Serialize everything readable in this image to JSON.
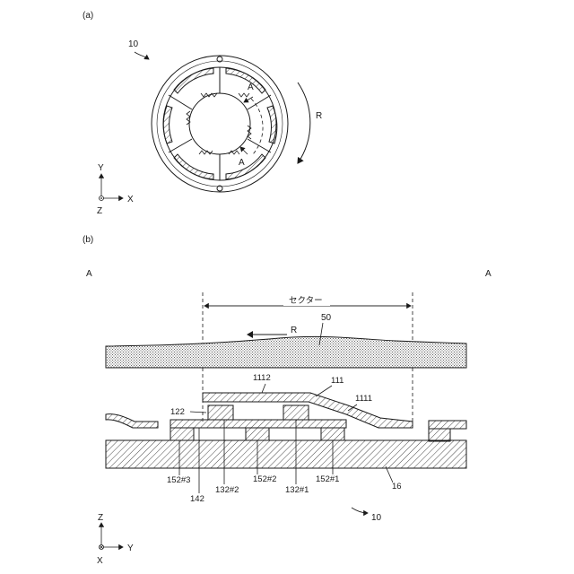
{
  "panel_a": {
    "tag": "(a)",
    "ref_device": "10",
    "rotation": "R",
    "section_mark_upper": "A",
    "section_mark_lower": "A",
    "axes": {
      "up": "Y",
      "right": "X",
      "origin": "Z"
    }
  },
  "panel_b": {
    "tag": "(b)",
    "section_left": "A",
    "section_right": "A",
    "sector": "セクター",
    "rotation": "R",
    "labels": {
      "l50": "50",
      "l1112": "1112",
      "l111": "111",
      "l1111": "1111",
      "l122": "122",
      "l152_3": "152#3",
      "l142": "142",
      "l132_2": "132#2",
      "l152_2": "152#2",
      "l132_1": "132#1",
      "l152_1": "152#1",
      "l16": "16",
      "l10": "10"
    },
    "axes": {
      "up": "Z",
      "right": "Y",
      "origin": "X"
    }
  }
}
